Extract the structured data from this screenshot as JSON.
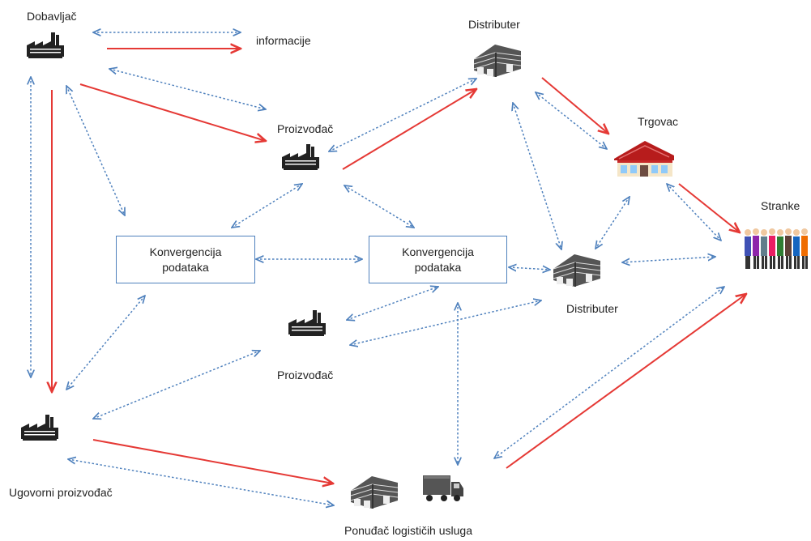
{
  "labels": {
    "supplier": "Dobavljač",
    "information": "informacije",
    "distributor_top": "Distributer",
    "manufacturer_top": "Proizvođač",
    "retailer": "Trgovac",
    "customers": "Stranke",
    "distributor_mid": "Distributer",
    "manufacturer_mid": "Proizvođač",
    "contract_manufacturer": "Ugovorni proizvođač",
    "logistics_provider": "Ponuđač logističih usluga"
  },
  "boxes": {
    "left": {
      "line1": "Konvergencija",
      "line2": "podataka"
    },
    "right": {
      "line1": "Konvergencija",
      "line2": "podataka"
    }
  },
  "icons": {
    "supplier": "factory-icon",
    "manufacturer_top": "factory-icon",
    "manufacturer_mid": "factory-icon",
    "contract_manufacturer": "factory-icon",
    "distributor_top": "warehouse-icon",
    "distributor_mid": "warehouse-icon",
    "logistics_warehouse": "warehouse-icon",
    "logistics_truck": "truck-icon",
    "retailer": "store-icon",
    "customers": "people-group-icon"
  },
  "colors": {
    "information_flow": "#4f81bd",
    "material_flow": "#e53935",
    "box_border": "#4f81bd"
  }
}
